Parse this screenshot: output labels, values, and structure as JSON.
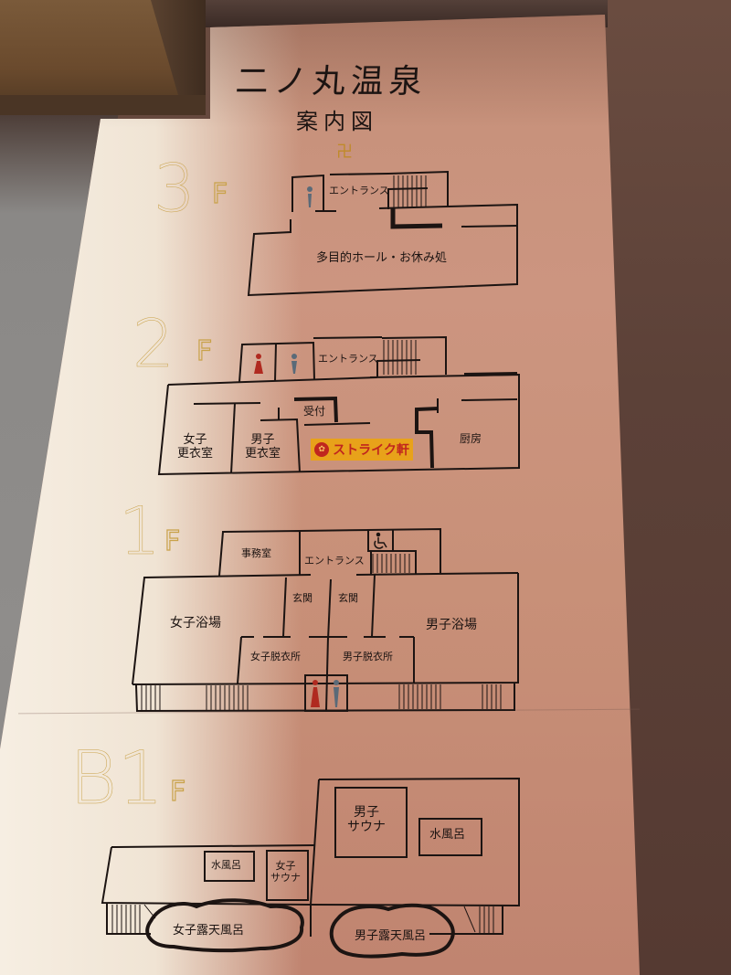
{
  "sign": {
    "title": "二ノ丸温泉",
    "subtitle": "案内図",
    "logo_icon": "manji-crest-icon"
  },
  "colors": {
    "gold": "#c9a24a",
    "ink": "#1c1412",
    "women_red": "#b02a20",
    "men_gray": "#5a6a78",
    "strike_yellow": "#e8a21a",
    "strike_red": "#c0261e"
  },
  "floors": [
    {
      "id": "3F",
      "number": "3",
      "suffix": "F",
      "rooms": [
        {
          "label": "エントランス"
        },
        {
          "label": "多目的ホール・お休み処"
        }
      ],
      "icons": [
        "restroom-men-icon",
        "stairs-icon"
      ]
    },
    {
      "id": "2F",
      "number": "2",
      "suffix": "F",
      "rooms": [
        {
          "label": "エントランス"
        },
        {
          "label": "受付"
        },
        {
          "label": "女子\n更衣室",
          "line1": "女子",
          "line2": "更衣室"
        },
        {
          "label": "男子\n更衣室",
          "line1": "男子",
          "line2": "更衣室"
        },
        {
          "label": "厨房"
        }
      ],
      "restaurant": {
        "label": "ストライク軒",
        "icon": "restaurant-emblem-icon"
      },
      "icons": [
        "restroom-women-icon",
        "restroom-men-icon",
        "stairs-icon"
      ]
    },
    {
      "id": "1F",
      "number": "1",
      "suffix": "F",
      "rooms": [
        {
          "label": "事務室"
        },
        {
          "label": "エントランス"
        },
        {
          "label": "玄関"
        },
        {
          "label": "玄関"
        },
        {
          "label": "女子浴場"
        },
        {
          "label": "男子浴場"
        },
        {
          "label": "女子脱衣所"
        },
        {
          "label": "男子脱衣所"
        }
      ],
      "icons": [
        "wheelchair-icon",
        "restroom-women-icon",
        "restroom-men-icon",
        "stairs-icon"
      ]
    },
    {
      "id": "B1F",
      "number": "B1",
      "suffix": "F",
      "rooms": [
        {
          "label": "男子\nサウナ",
          "line1": "男子",
          "line2": "サウナ"
        },
        {
          "label": "水風呂"
        },
        {
          "label": "水風呂"
        },
        {
          "label": "女子\nサウナ",
          "line1": "女子",
          "line2": "サウナ"
        },
        {
          "label": "女子露天風呂"
        },
        {
          "label": "男子露天風呂"
        }
      ]
    }
  ]
}
